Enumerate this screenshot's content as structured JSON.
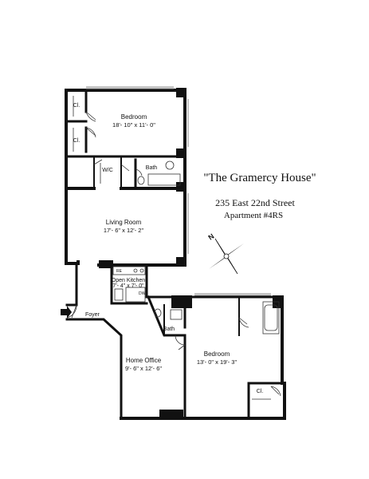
{
  "title": "\"The Gramercy House\"",
  "address": "235 East 22nd Street",
  "unit": "Apartment #4RS",
  "north_label": "N",
  "rooms": {
    "bedroom1": {
      "name": "Bedroom",
      "dims": "18'- 10\" x 11'- 0\""
    },
    "bath1": {
      "name": "Bath"
    },
    "wic": {
      "name": "W/C"
    },
    "living": {
      "name": "Living Room",
      "dims": "17'- 6\" x 12'- 2\""
    },
    "kitchen": {
      "name": "Open Kitchen",
      "dims": "7'- 4\" x 7'- 0\""
    },
    "foyer": {
      "name": "Foyer"
    },
    "bath2": {
      "name": "Bath"
    },
    "office": {
      "name": "Home Office",
      "dims": "9'- 6\" x 12'- 6\""
    },
    "bedroom2": {
      "name": "Bedroom",
      "dims": "13'- 0\" x 19'- 3\""
    },
    "closet_labels": [
      "Cl.",
      "Cl.",
      "Cl."
    ],
    "kitchen_abbrevs": [
      "RE",
      "DW"
    ]
  },
  "colors": {
    "wall": "#111111",
    "background": "#ffffff",
    "accent": "#888888"
  }
}
